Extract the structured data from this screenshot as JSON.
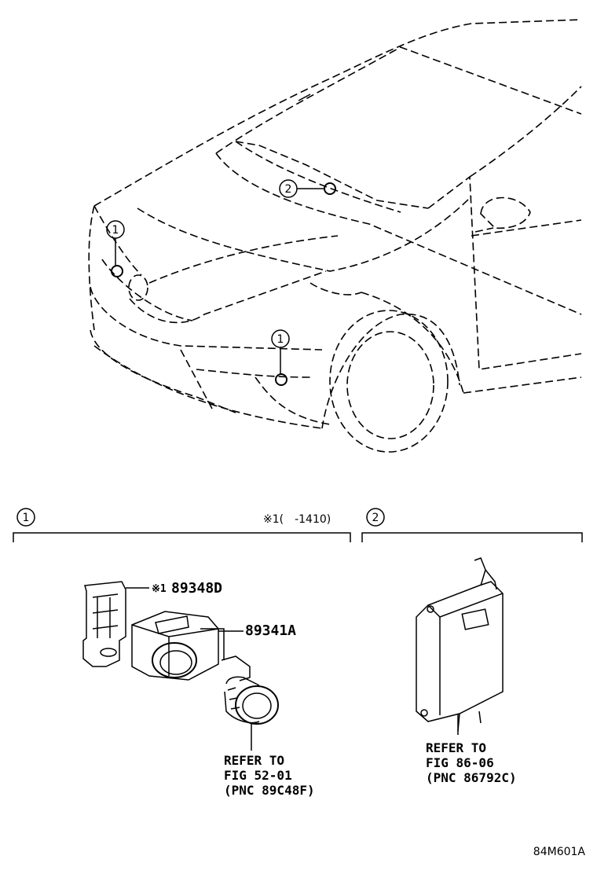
{
  "callouts": {
    "one": "1",
    "two": "2"
  },
  "group1": {
    "label": "1",
    "note": "※1(　-1410)"
  },
  "group2": {
    "label": "2"
  },
  "parts": {
    "retainer": {
      "mark": "※1",
      "number": "89348D"
    },
    "sensor_holder": {
      "number": "89341A"
    },
    "sensor_refer": [
      "REFER TO",
      "FIG 52-01",
      "(PNC 89C48F)"
    ],
    "ecu_refer": [
      "REFER TO",
      "FIG 86-06",
      "(PNC 86792C)"
    ]
  },
  "figure_code": "84M601A"
}
